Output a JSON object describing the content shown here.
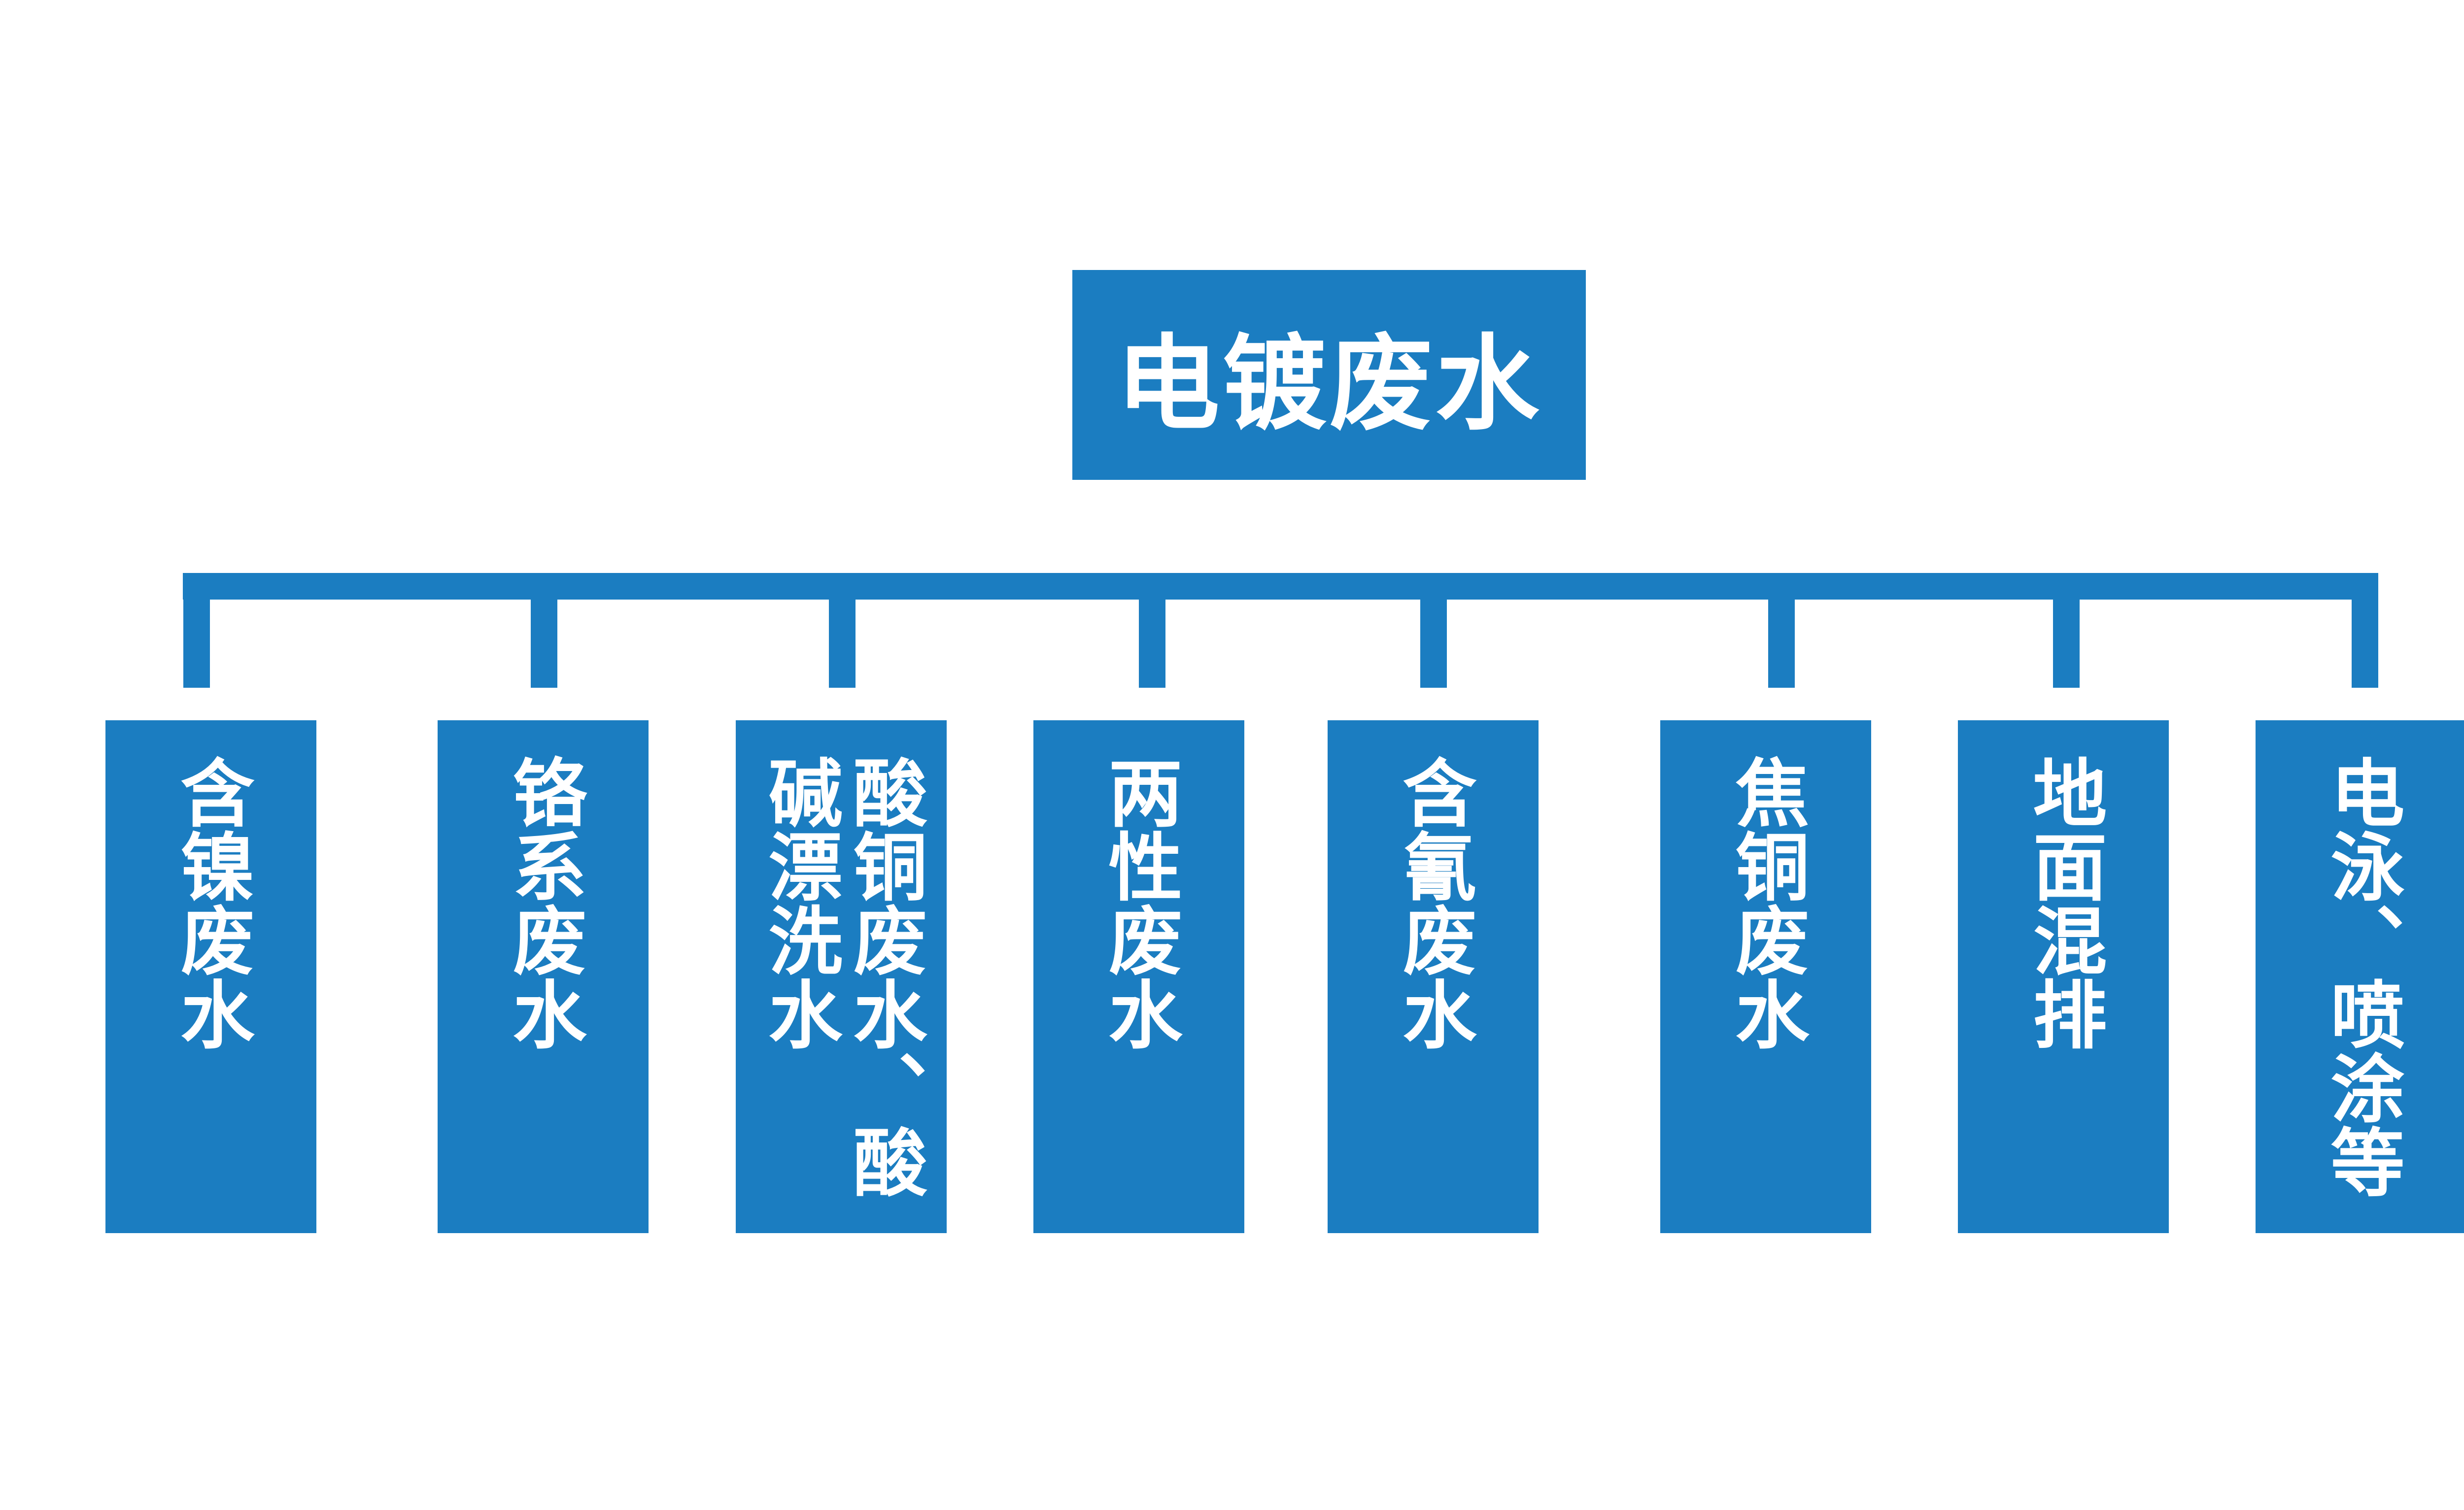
{
  "diagram": {
    "root": {
      "label": "电镀废水"
    },
    "categories": [
      {
        "label": "含镍废水"
      },
      {
        "label": "铬系废水"
      },
      {
        "label": "酸铜废水、酸碱漂洗水"
      },
      {
        "label": "两性废水"
      },
      {
        "label": "含氰废水"
      },
      {
        "label": "焦铜废水"
      },
      {
        "label": "地面混排"
      },
      {
        "label": "电泳、喷涂等"
      }
    ],
    "colors": {
      "box_fill": "#1b7dc1",
      "connector": "#1b7dc1",
      "text": "#ffffff",
      "background": "#ffffff"
    }
  }
}
